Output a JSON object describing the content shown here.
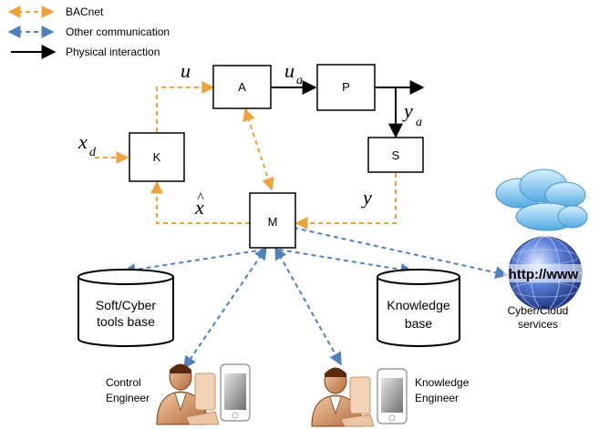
{
  "legend": {
    "bacnet": "BACnet",
    "other": "Other communication",
    "physical": "Physical interaction"
  },
  "colors": {
    "bacnet": "#f0a23a",
    "other": "#4f81bd",
    "physical": "#000000"
  },
  "blocks": {
    "A": "A",
    "P": "P",
    "K": "K",
    "S": "S",
    "M": "M"
  },
  "signals": {
    "u": "u",
    "u_a": "u",
    "u_a_sub": "a",
    "y_a": "y",
    "y_a_sub": "a",
    "x_d": "x",
    "x_d_sub": "d",
    "x_hat": "x",
    "x_hat_accent": "^",
    "y": "y"
  },
  "databases": {
    "soft_cyber_line1": "Soft/Cyber",
    "soft_cyber_line2": "tools base",
    "knowledge_line1": "Knowledge",
    "knowledge_line2": "base"
  },
  "cloud": {
    "globe_text": "http://www",
    "label_line1": "Cyber/Cloud",
    "label_line2": "services"
  },
  "engineers": {
    "control_line1": "Control",
    "control_line2": "Engineer",
    "knowledge_line1": "Knowledge",
    "knowledge_line2": "Engineer"
  }
}
